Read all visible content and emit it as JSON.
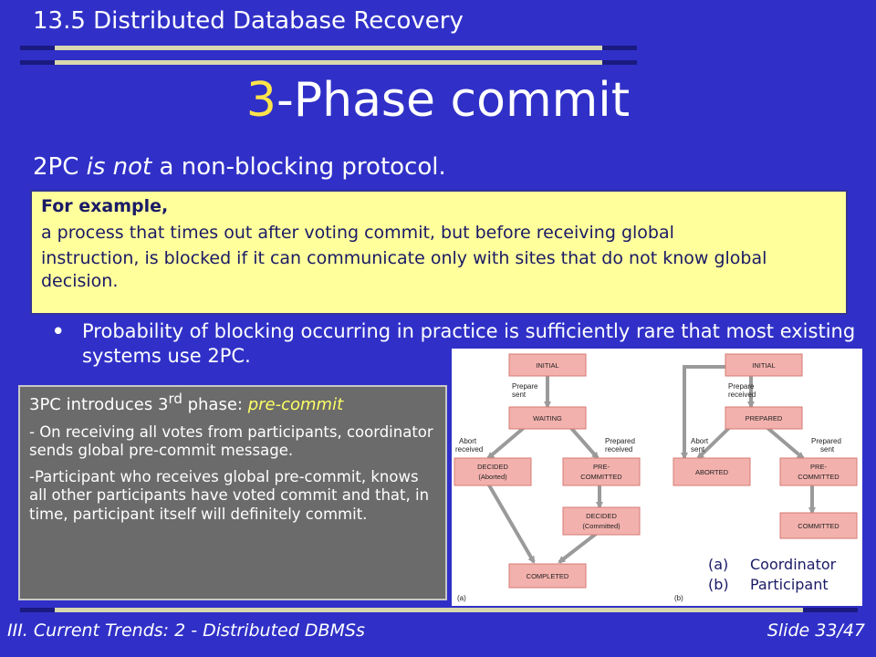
{
  "header": {
    "section_title": "13.5 Distributed Database Recovery"
  },
  "slide": {
    "title_accent": "3",
    "title_rest": "-Phase commit",
    "subtitle_pre": "2PC ",
    "subtitle_em": "is not",
    "subtitle_post": " a non-blocking protocol."
  },
  "example_box": {
    "heading": "For example,",
    "line1": "a process that times out after voting commit, but before receiving global",
    "line2": "instruction, is blocked if it can communicate only with sites that do not know global decision."
  },
  "bullet": {
    "marker": "•",
    "text": "Probability of blocking occurring in practice is sufficiently rare that most existing systems use 2PC."
  },
  "pc3_box": {
    "heading_pre": "3PC introduces 3",
    "heading_sup": "rd",
    "heading_mid": " phase: ",
    "heading_em": "pre-commit",
    "para1": "- On receiving all votes from participants, coordinator sends global pre-commit message.",
    "para2": "-Participant who receives global pre-commit, knows all other participants have voted commit and that, in time, participant itself will definitely commit."
  },
  "diagram": {
    "coordinator": {
      "initial": "INITIAL",
      "waiting": "WAITING",
      "decided_aborted": [
        "DECIDED",
        "(Aborted)"
      ],
      "pre_committed": [
        "PRE-",
        "COMMITTED"
      ],
      "decided_committed": [
        "DECIDED",
        "(Committed)"
      ],
      "completed": "COMPLETED",
      "edge_prepare_sent": [
        "Prepare",
        "sent"
      ],
      "edge_abort_received": [
        "Abort",
        "received"
      ],
      "edge_prepared_received": [
        "Prepared",
        "received"
      ],
      "panel_label": "(a)"
    },
    "participant": {
      "initial": "INITIAL",
      "prepared": "PREPARED",
      "aborted": "ABORTED",
      "pre_committed": [
        "PRE-",
        "COMMITTED"
      ],
      "committed": "COMMITTED",
      "edge_prepare_received": [
        "Prepare",
        "received"
      ],
      "edge_abort_sent": [
        "Abort",
        "sent"
      ],
      "edge_prepared_sent": [
        "Prepared",
        "sent"
      ],
      "panel_label": "(b)"
    }
  },
  "legend": {
    "a_mark": "(a)",
    "a_text": "Coordinator",
    "b_mark": "(b)",
    "b_text": "Participant"
  },
  "footer": {
    "left": "III. Current Trends: 2 - Distributed DBMSs",
    "right": "Slide 33/47"
  },
  "colors": {
    "background": "#3030c8",
    "title_accent": "#ffe44a",
    "example_box": "#ffff9c",
    "pc3_box": "#6b6b6b",
    "node_fill": "#f3b1ad",
    "arrow": "#9a9a9a"
  }
}
